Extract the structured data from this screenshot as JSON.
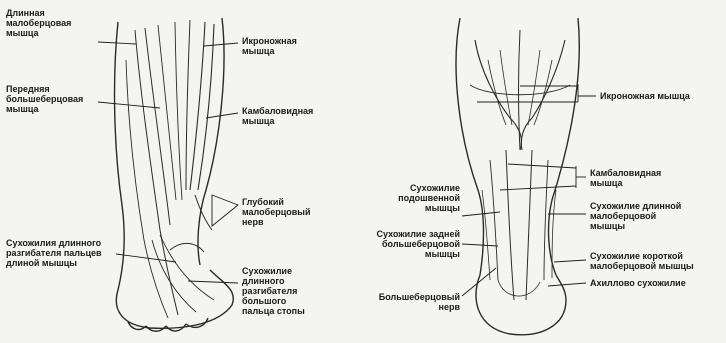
{
  "figure_left": {
    "labels": {
      "peroneus_longus": "Длинная\nмалоберцовая\nмышца",
      "tibialis_anterior": "Передняя\nбольшеберцовая\nмышца",
      "gastrocnemius": "Икроножная\nмышца",
      "soleus": "Камбаловидная\nмышца",
      "deep_peroneal_nerve": "Глубокий\nмалоберцовый\nнерв",
      "ext_digitorum_tendons": "Сухожилия длинного\nразгибателя пальцев\nдлиной мышцы",
      "ext_hallucis_tendon": "Сухожилие\nдлинного\nразгибателя\nбольшого\nпальца стопы"
    }
  },
  "figure_right": {
    "labels": {
      "gastrocnemius": "Икроножная мышца",
      "soleus": "Камбаловидная\nмышца",
      "plantaris_tendon": "Сухожилие\nподошвенной\nмышцы",
      "peroneus_longus_tendon": "Сухожилие длинной\nмалоберцовой\nмышцы",
      "tibialis_posterior_tendon": "Сухожилие задней\nбольшеберцовой\nмышцы",
      "peroneus_brevis_tendon": "Сухожилие короткой\nмалоберцовой мышцы",
      "tibial_nerve": "Большеберцовый\nнерв",
      "achilles_tendon": "Ахиллово сухожилие"
    }
  }
}
